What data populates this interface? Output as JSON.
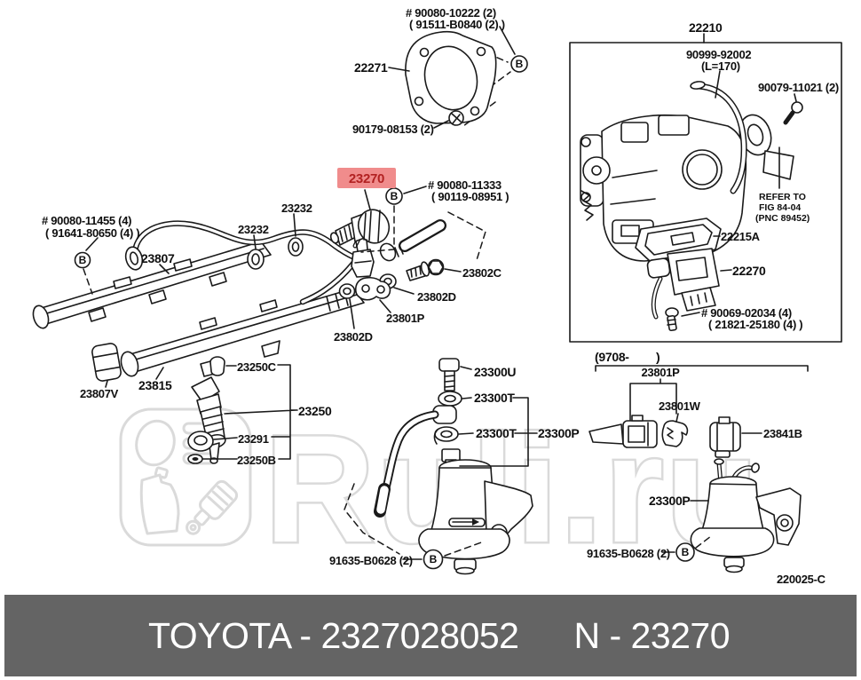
{
  "watermark": {
    "text": "Ruli.ru"
  },
  "colors": {
    "highlight_bg": "#F08C8C",
    "highlight_text": "#B22222",
    "footer_bg": "#646464",
    "footer_text": "#FFFFFF",
    "watermark_gray": "#DADADA",
    "line_ink": "#1A1A1A"
  },
  "footer": {
    "brand_code": "TOYOTA - 2327028052",
    "part_number": "N - 23270"
  },
  "diagram": {
    "figure_code": "220025-C",
    "date_range_open": "(9708-",
    "date_range_close": ")",
    "b_marker": "B",
    "labels": {
      "bolt_90080_10222": "# 90080-10222 (2)",
      "alt_91511_b0840": "( 91511-B0840 (2) )",
      "p22271": "22271",
      "bolt_90179_08153": "90179-08153 (2)",
      "p23270": "23270",
      "bolt_90080_11333": "# 90080-11333",
      "alt_90119_08951": "( 90119-08951 )",
      "bolt_90080_11455": "# 90080-11455 (4)",
      "alt_91641_80650": "( 91641-80650 (4) )",
      "p23807": "23807",
      "p23232": "23232",
      "p23802c": "23802C",
      "p23802d": "23802D",
      "p23801p": "23801P",
      "p23807v": "23807V",
      "p23815": "23815",
      "p23250c": "23250C",
      "p23250": "23250",
      "p23291": "23291",
      "p23250b": "23250B",
      "p23300u": "23300U",
      "p23300t": "23300T",
      "p23300p": "23300P",
      "bolt_91635_b0628": "91635-B0628 (2)",
      "p22210": "22210",
      "hose_90999_92002": "90999-92002",
      "hose_length": "(L=170)",
      "bolt_90079_11021": "90079-11021 (2)",
      "refer_line1": "REFER TO",
      "refer_line2": "FIG 84-04",
      "refer_line3": "(PNC 89452)",
      "p22215a": "22215A",
      "p22270": "22270",
      "bolt_90069_02034": "# 90069-02034 (4)",
      "alt_21821_25180": "( 21821-25180 (4) )",
      "p23801w": "23801W",
      "p23841b": "23841B"
    }
  }
}
